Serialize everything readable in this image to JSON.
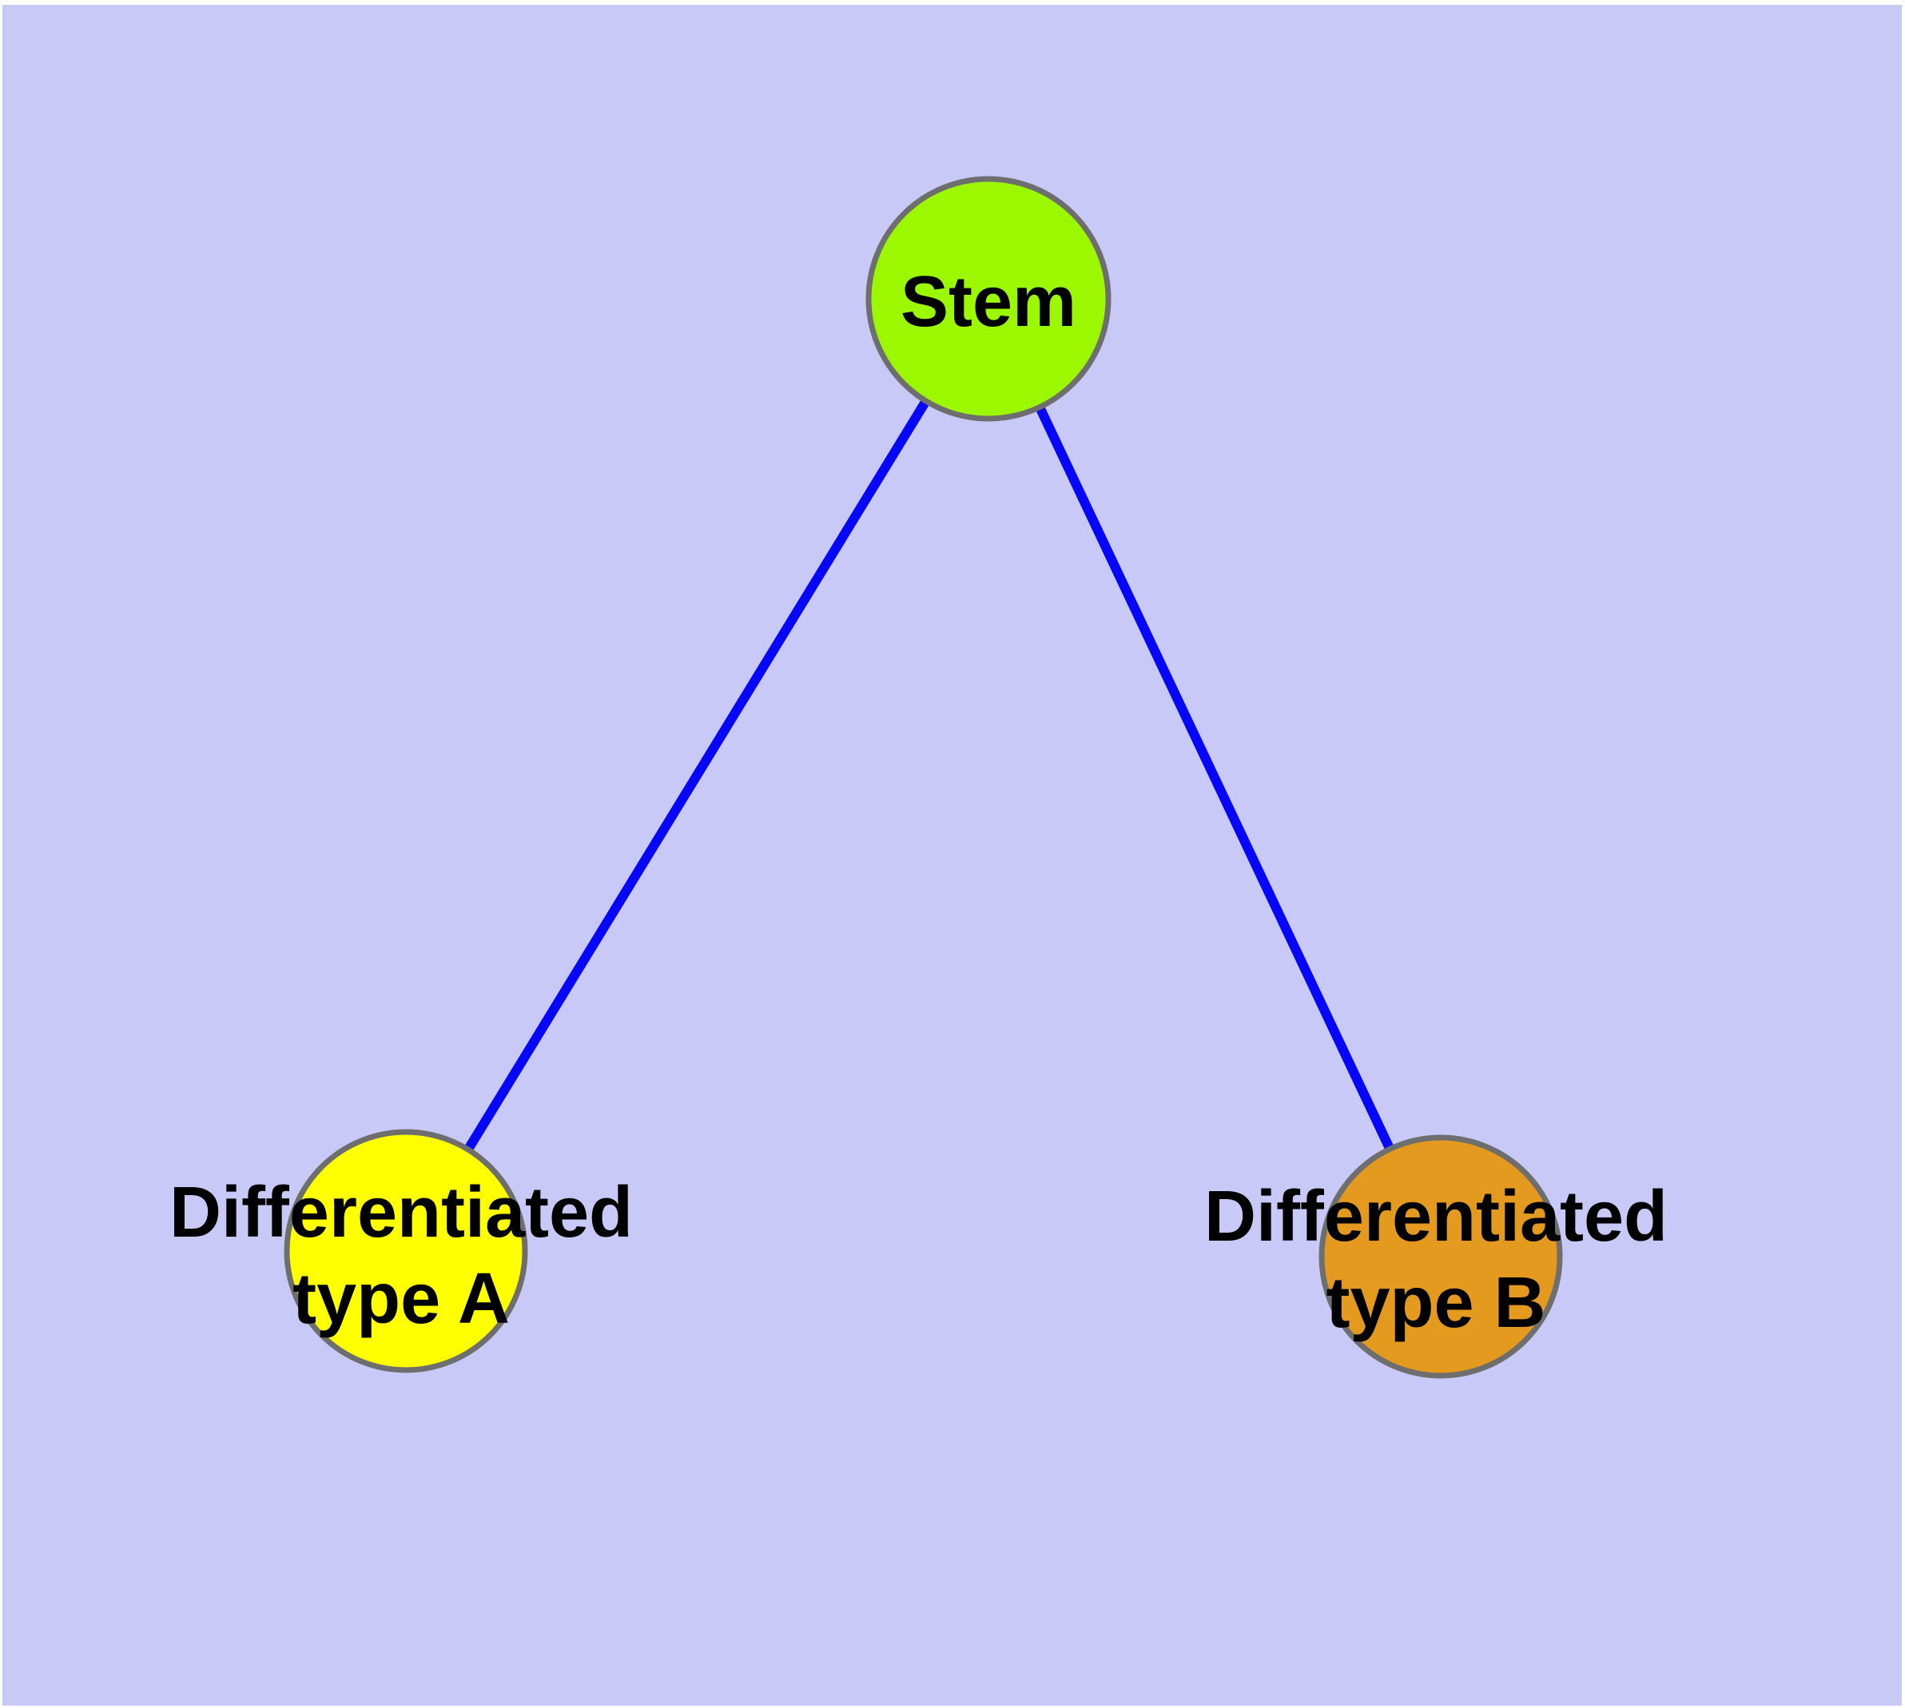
{
  "figure": {
    "type": "graph-diagram",
    "theme": {
      "page_border": "#FFFFFF",
      "background": "#C9C9F7",
      "edge_color": "#0606F9",
      "node_stroke": "#6E6E6E",
      "label_color": "#000000"
    },
    "nodes": [
      {
        "id": "stem",
        "label_lines": [
          "Stem"
        ],
        "fill": "#9BF800"
      },
      {
        "id": "differentiated-type-a",
        "label_lines": [
          "Differentiated",
          "type A"
        ],
        "fill": "#FFFF00"
      },
      {
        "id": "differentiated-type-b",
        "label_lines": [
          "Differentiated",
          "type B"
        ],
        "fill": "#E49A1E"
      }
    ],
    "edges": [
      {
        "from": "stem",
        "to": "differentiated-type-a"
      },
      {
        "from": "stem",
        "to": "differentiated-type-b"
      }
    ]
  }
}
